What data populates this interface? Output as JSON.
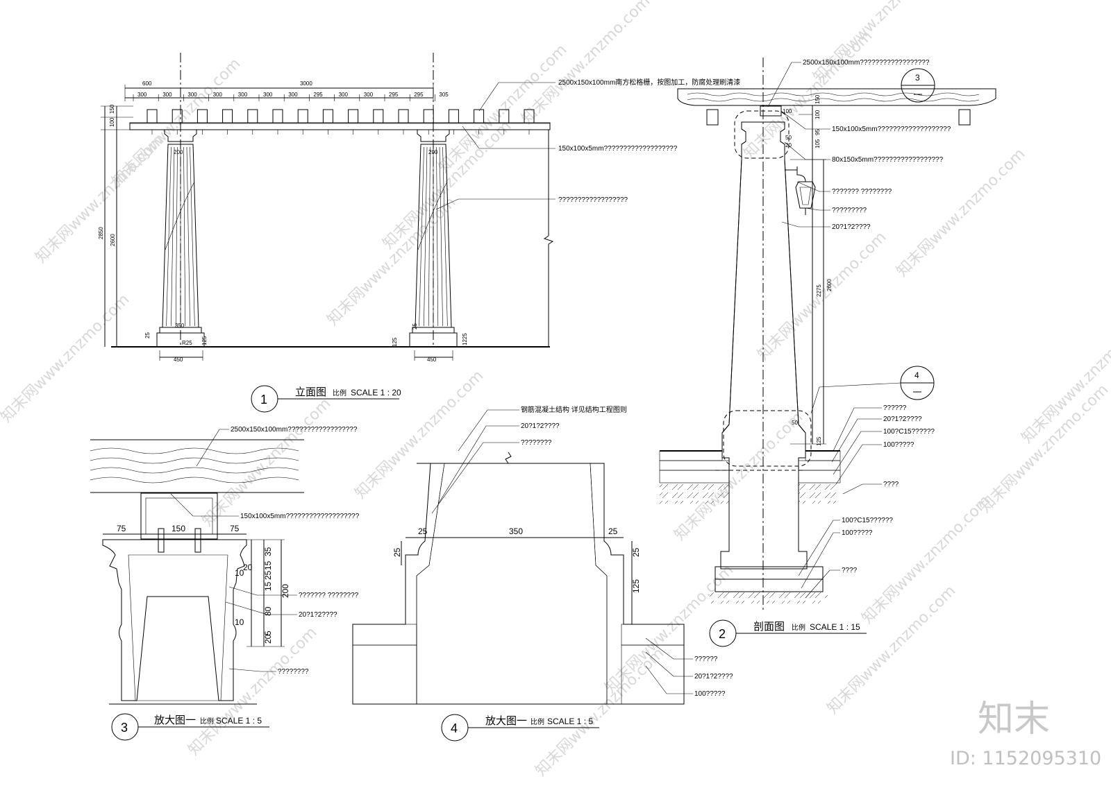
{
  "views": {
    "elevation": {
      "number": "1",
      "title": "立面图",
      "scale_prefix": "比例",
      "scale": "SCALE 1 : 20"
    },
    "section": {
      "number": "2",
      "title": "剖面图",
      "scale_prefix": "比例",
      "scale": "SCALE 1 : 15"
    },
    "detail3": {
      "number": "3",
      "title": "放大图一",
      "scale_prefix": "比例",
      "scale": "SCALE 1 : 5"
    },
    "detail4": {
      "number": "4",
      "title": "放大图一",
      "scale_prefix": "比例",
      "scale": "SCALE 1 : 5"
    }
  },
  "elevation": {
    "top_dims": [
      "600",
      "3000"
    ],
    "spacing_dims": [
      "300",
      "300",
      "300",
      "300",
      "300",
      "300",
      "300",
      "295",
      "300",
      "300",
      "295",
      "295",
      "305"
    ],
    "left_dims": [
      "150",
      "100",
      "2850",
      "2600",
      "25"
    ],
    "col_dims": [
      "200",
      "350",
      "R25",
      "125",
      "450",
      "200",
      "25",
      "125",
      "1225",
      "450"
    ],
    "labels": [
      "2500x150x100mm南方松格栅，按图加工，防腐处理刷清漆",
      "150x100x5mm???????????????????",
      "??????????????????"
    ]
  },
  "section": {
    "callout_top": "3",
    "callout_mid": "4",
    "dims": [
      "100",
      "150",
      "100",
      "95",
      "105",
      "50",
      "20",
      "2275",
      "2600",
      "50",
      "125"
    ],
    "labels": [
      "2500x150x100mm??????????????????",
      "150x100x5mm???????????????????",
      "80x150x5mm??????????????????",
      "???????  ????????",
      "?????????",
      "20?1?2????",
      "??????",
      "20?1?2????",
      "100?C15??????",
      "100?????",
      "????",
      "100?C15??????",
      "100?????",
      "????"
    ]
  },
  "detail3": {
    "dims": [
      "75",
      "150",
      "75",
      "35",
      "15",
      "25",
      "15",
      "200",
      "80",
      "20",
      "5",
      "10",
      "10",
      "20"
    ],
    "labels": [
      "2500x150x100mm??????????????????",
      "150x100x5mm???????????????????",
      "???????  ????????",
      "20?1?2????",
      "????????"
    ]
  },
  "detail4": {
    "dims": [
      "25",
      "350",
      "25",
      "25",
      "25",
      "125"
    ],
    "labels": [
      "钢筋混凝土结构 详见结构工程图则",
      "20?1?2????",
      "????????",
      "??????",
      "20?1?2????",
      "100?????"
    ]
  },
  "branding": {
    "logo_text": "知末",
    "id_text": "ID: 1152095310",
    "watermark_text": "知末网www.znzmo.com"
  }
}
